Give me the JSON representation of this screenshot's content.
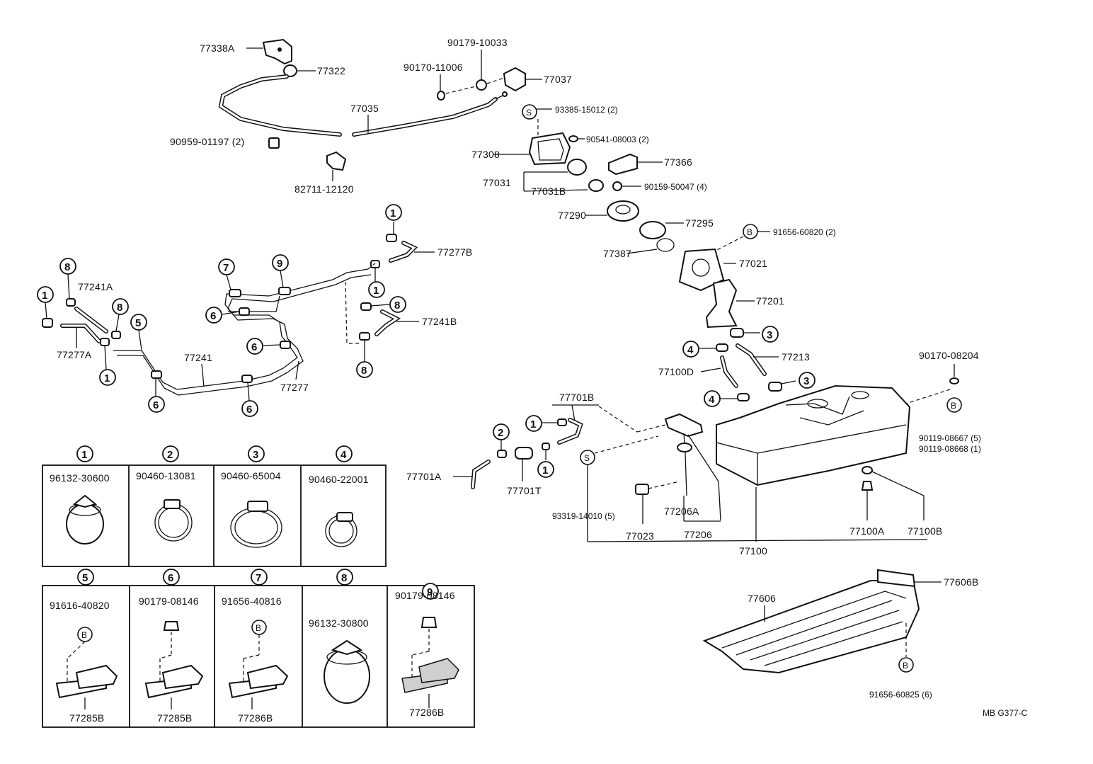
{
  "diagram_code": "MB G377-C",
  "circle_letters": {
    "s": "S",
    "b": "B"
  },
  "upper_labels": {
    "p77338A": "77338A",
    "p77322": "77322",
    "p90179_10033": "90179-10033",
    "p90170_11006": "90170-11006",
    "p77037": "77037",
    "p77035": "77035",
    "p93385": "93385-15012 (2)",
    "p90959": "90959-01197 (2)",
    "p90541": "90541-08003 (2)",
    "p77308": "77308",
    "p77366": "77366",
    "p82711": "82711-12120",
    "p77031": "77031",
    "p77031B": "77031B",
    "p90159": "90159-50047 (4)",
    "p77290": "77290",
    "p77295": "77295",
    "p91656_60820": "91656-60820 (2)",
    "p77387": "77387",
    "p77021": "77021",
    "p77201": "77201",
    "p77213": "77213",
    "p77100D": "77100D",
    "p90170_08204": "90170-08204",
    "p77701B": "77701B",
    "p90119_08667": "90119-08667 (5)",
    "p90119_08668": "90119-08668 (1)",
    "p77701A": "77701A",
    "p77701T": "77701T",
    "p93319": "93319-14010 (5)",
    "p77206A": "77206A",
    "p77023": "77023",
    "p77206": "77206",
    "p77100A": "77100A",
    "p77100B": "77100B",
    "p77100": "77100",
    "p77606B": "77606B",
    "p77606": "77606",
    "p91656_60825": "91656-60825 (6)"
  },
  "pipe_labels": {
    "p77277B": "77277B",
    "p77241A": "77241A",
    "p77241B": "77241B",
    "p77277A": "77277A",
    "p77241": "77241",
    "p77277": "77277"
  },
  "callout_numbers": {
    "n1": "1",
    "n2": "2",
    "n3": "3",
    "n4": "4",
    "n5": "5",
    "n6": "6",
    "n7": "7",
    "n8": "8",
    "n9": "9"
  },
  "clamp_table": {
    "row1": [
      {
        "num": "1",
        "part": "96132-30600"
      },
      {
        "num": "2",
        "part": "90460-13081"
      },
      {
        "num": "3",
        "part": "90460-65004"
      },
      {
        "num": "4",
        "part": "90460-22001"
      }
    ],
    "row2": [
      {
        "num": "5",
        "part": "91616-40820",
        "sub": "77285B"
      },
      {
        "num": "6",
        "part": "90179-08146",
        "sub": "77285B"
      },
      {
        "num": "7",
        "part": "91656-40816",
        "sub": "77286B"
      },
      {
        "num": "8",
        "part": "96132-30800",
        "sub": ""
      },
      {
        "num": "9",
        "part": "90179-08146",
        "sub": "77286B"
      }
    ]
  }
}
